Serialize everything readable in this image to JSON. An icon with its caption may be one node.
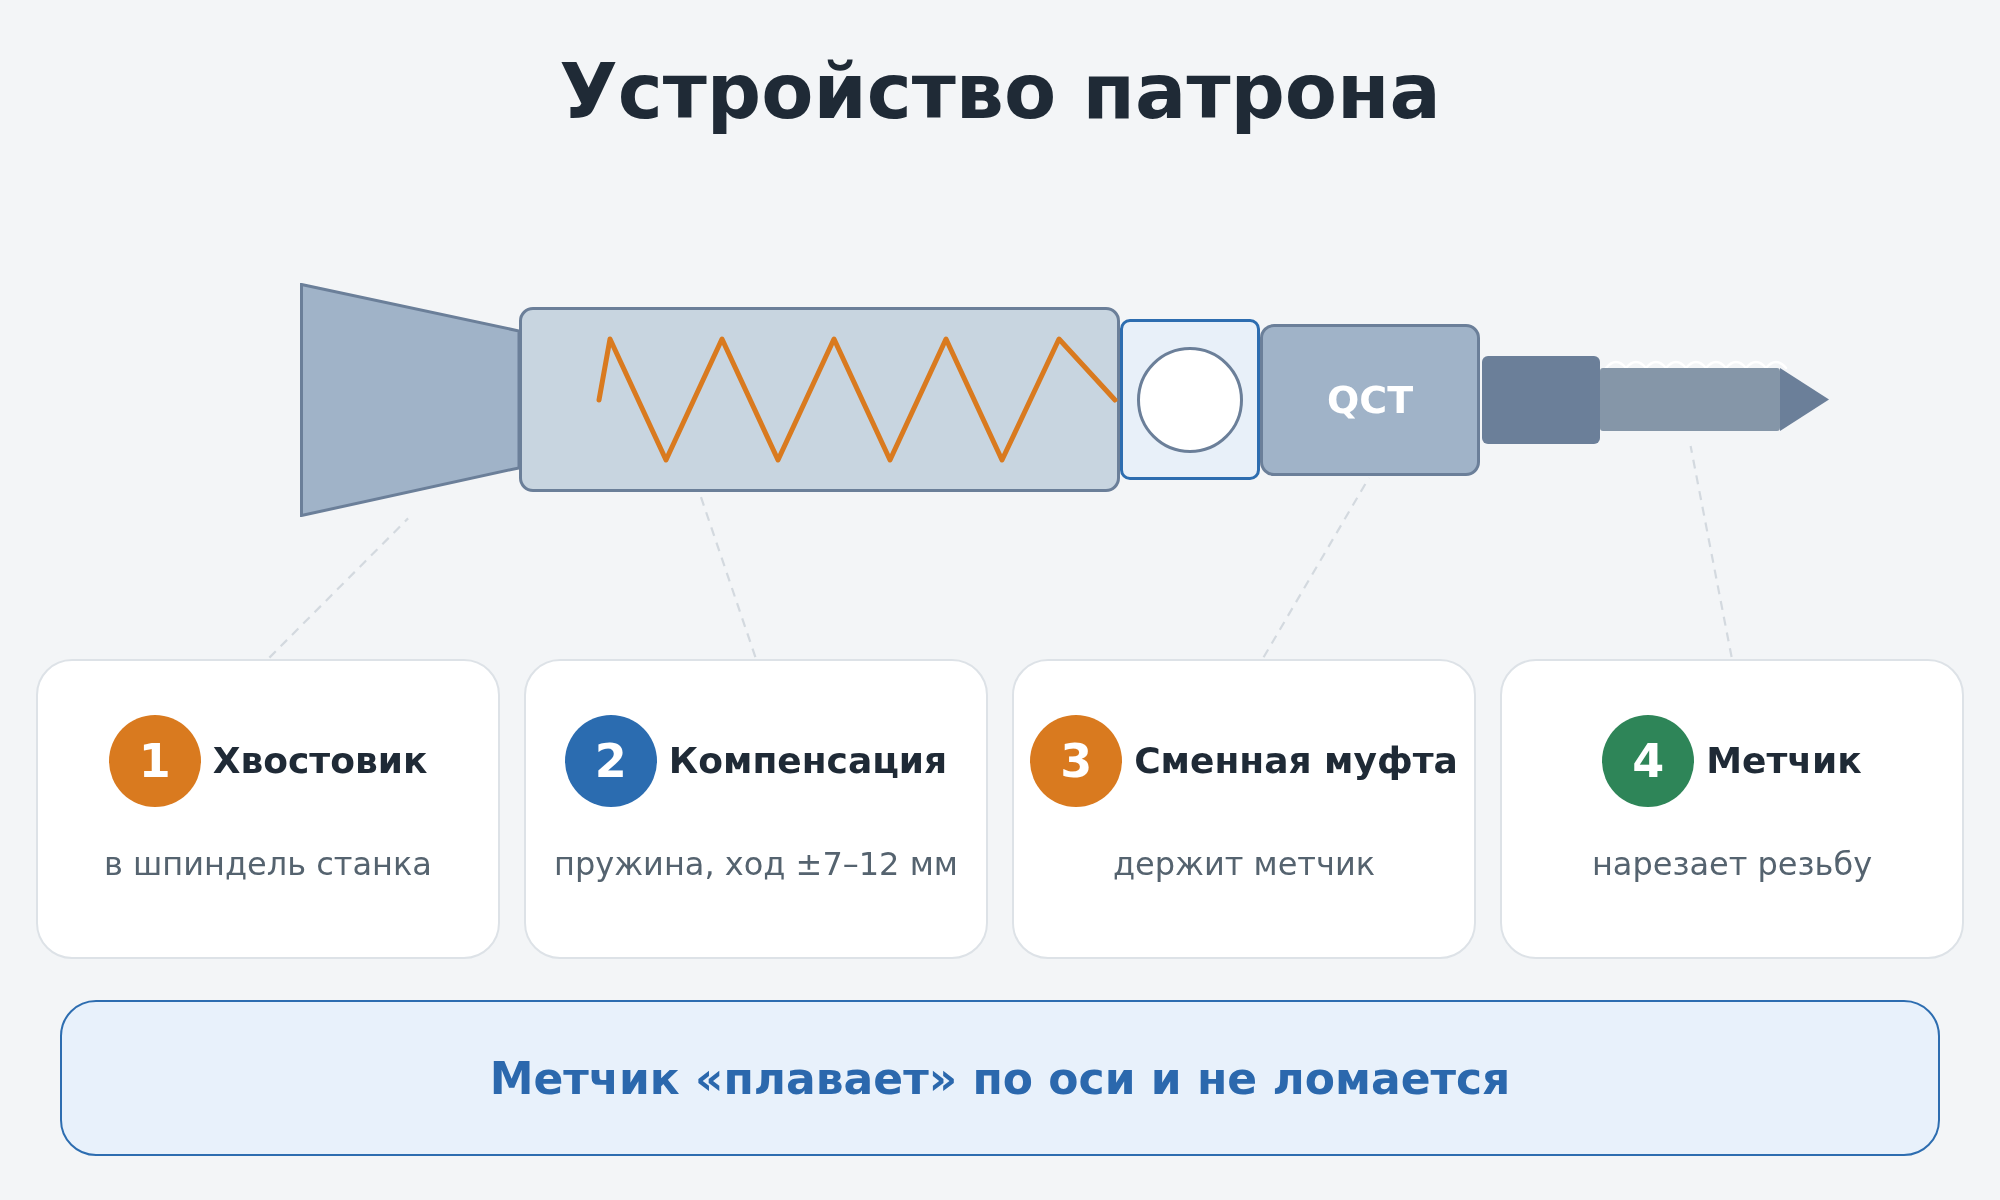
{
  "diagram": {
    "title": "Устройство патрона",
    "nodes": [
      {
        "text": [],
        "shape": "trapezoid"
      },
      {
        "text": [],
        "shape": "box"
      },
      {
        "text": [
          "QCT"
        ]
      },
      {
        "text": [],
        "shape": "picture"
      },
      {
        "text": [
          "Хвостовик",
          "в шпиндель станка"
        ]
      },
      {
        "text": [
          "1"
        ],
        "in": 4
      },
      {
        "text": [
          "Компенсация",
          "пружина, ход ±7–12 мм"
        ]
      },
      {
        "text": [
          "2"
        ],
        "in": 6
      },
      {
        "text": [
          "Сменная муфта",
          "держит метчик"
        ]
      },
      {
        "text": [
          "3"
        ],
        "in": 8
      },
      {
        "text": [
          "Метчик",
          "нарезает резьбу"
        ]
      },
      {
        "text": [
          "4"
        ],
        "in": 10
      },
      {
        "text": [
          "Метчик «плавает» по оси и не ломается"
        ]
      }
    ],
    "edges": [
      {
        "from": 4,
        "to": 0,
        "arrow": "none",
        "style": "dashed"
      },
      {
        "from": 6,
        "to": 1,
        "arrow": "none",
        "style": "dashed"
      },
      {
        "from": 8,
        "to": 2,
        "arrow": "none",
        "style": "dashed"
      },
      {
        "from": 10,
        "to": 3,
        "arrow": "none",
        "style": "dashed"
      }
    ]
  }
}
